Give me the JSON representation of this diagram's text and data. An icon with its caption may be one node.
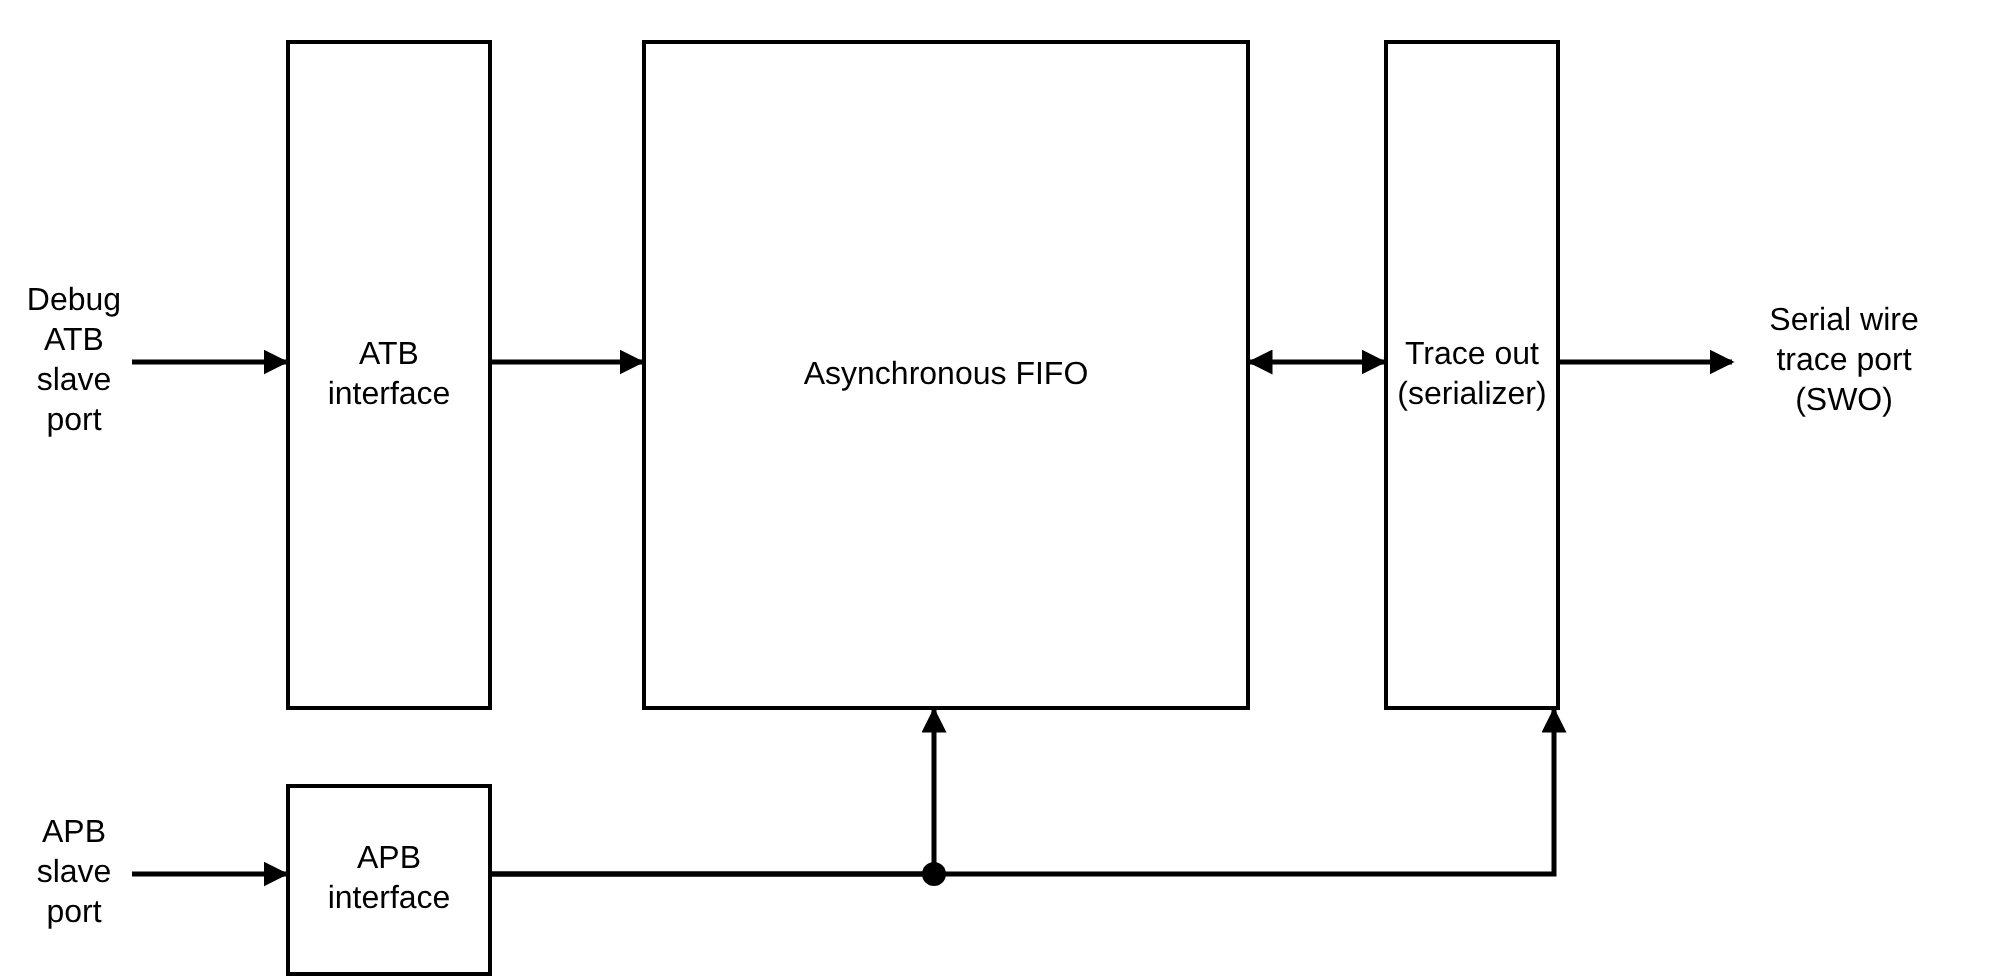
{
  "diagram": {
    "nodes": [
      {
        "text": [
          "Debug ATB slave port"
        ]
      },
      {
        "text": [
          "ATB interface"
        ]
      },
      {
        "text": [
          "Asynchronous FIFO"
        ]
      },
      {
        "text": [
          "Trace out (serializer)"
        ]
      },
      {
        "text": [
          "Serial wire trace port (SWO)"
        ]
      },
      {
        "text": [
          "APB slave port"
        ]
      },
      {
        "text": [
          "APB interface"
        ]
      }
    ],
    "edges": [
      {
        "from": 0,
        "to": 1,
        "arrow": "to"
      },
      {
        "from": 1,
        "to": 2,
        "arrow": "to"
      },
      {
        "from": 2,
        "to": 3,
        "arrow": "both"
      },
      {
        "from": 3,
        "to": 4,
        "arrow": "to"
      },
      {
        "from": 5,
        "to": 6,
        "arrow": "to"
      },
      {
        "from": 6,
        "to": 2,
        "arrow": "to"
      },
      {
        "from": 6,
        "to": 3,
        "arrow": "to"
      }
    ]
  }
}
